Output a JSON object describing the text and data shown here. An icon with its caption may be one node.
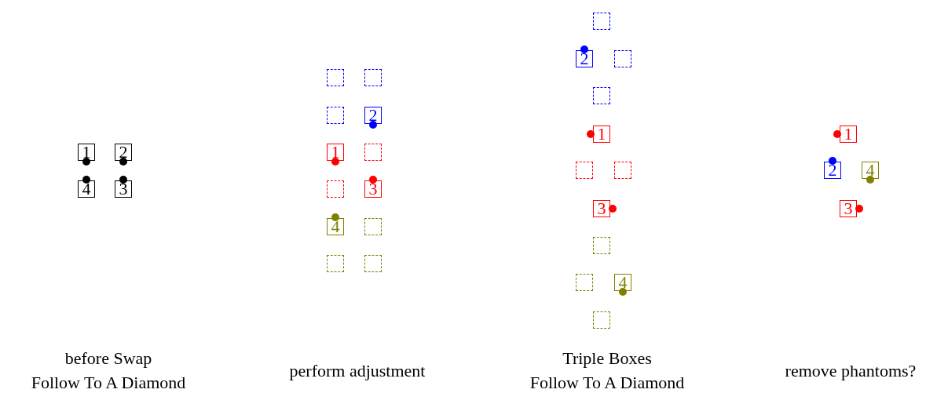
{
  "diagram": {
    "nodes": [
      {
        "text": [
          "1"
        ]
      },
      {
        "text": [
          "2"
        ]
      },
      {
        "text": [
          "4"
        ]
      },
      {
        "text": [
          "3"
        ]
      },
      {
        "text": [],
        "shape": "box"
      },
      {
        "text": [],
        "shape": "box"
      },
      {
        "text": [],
        "shape": "box"
      },
      {
        "text": [
          "2"
        ]
      },
      {
        "text": [
          "1"
        ]
      },
      {
        "text": [],
        "shape": "box"
      },
      {
        "text": [],
        "shape": "box"
      },
      {
        "text": [
          "3"
        ]
      },
      {
        "text": [
          "4"
        ]
      },
      {
        "text": [],
        "shape": "box"
      },
      {
        "text": [],
        "shape": "box"
      },
      {
        "text": [],
        "shape": "box"
      },
      {
        "text": [],
        "shape": "box"
      },
      {
        "text": [
          "2"
        ]
      },
      {
        "text": [],
        "shape": "box"
      },
      {
        "text": [],
        "shape": "box"
      },
      {
        "text": [
          "1"
        ]
      },
      {
        "text": [],
        "shape": "box"
      },
      {
        "text": [],
        "shape": "box"
      },
      {
        "text": [
          "3"
        ]
      },
      {
        "text": [],
        "shape": "box"
      },
      {
        "text": [],
        "shape": "box"
      },
      {
        "text": [
          "4"
        ]
      },
      {
        "text": [],
        "shape": "box"
      },
      {
        "text": [
          "1"
        ]
      },
      {
        "text": [
          "2"
        ]
      },
      {
        "text": [
          "4"
        ]
      },
      {
        "text": [
          "3"
        ]
      }
    ],
    "edges": [],
    "labels": [
      "before Swap",
      "Follow To A Diamond",
      "perform adjustment",
      "Triple Boxes",
      "Follow To A Diamond",
      "remove phantoms?"
    ]
  }
}
